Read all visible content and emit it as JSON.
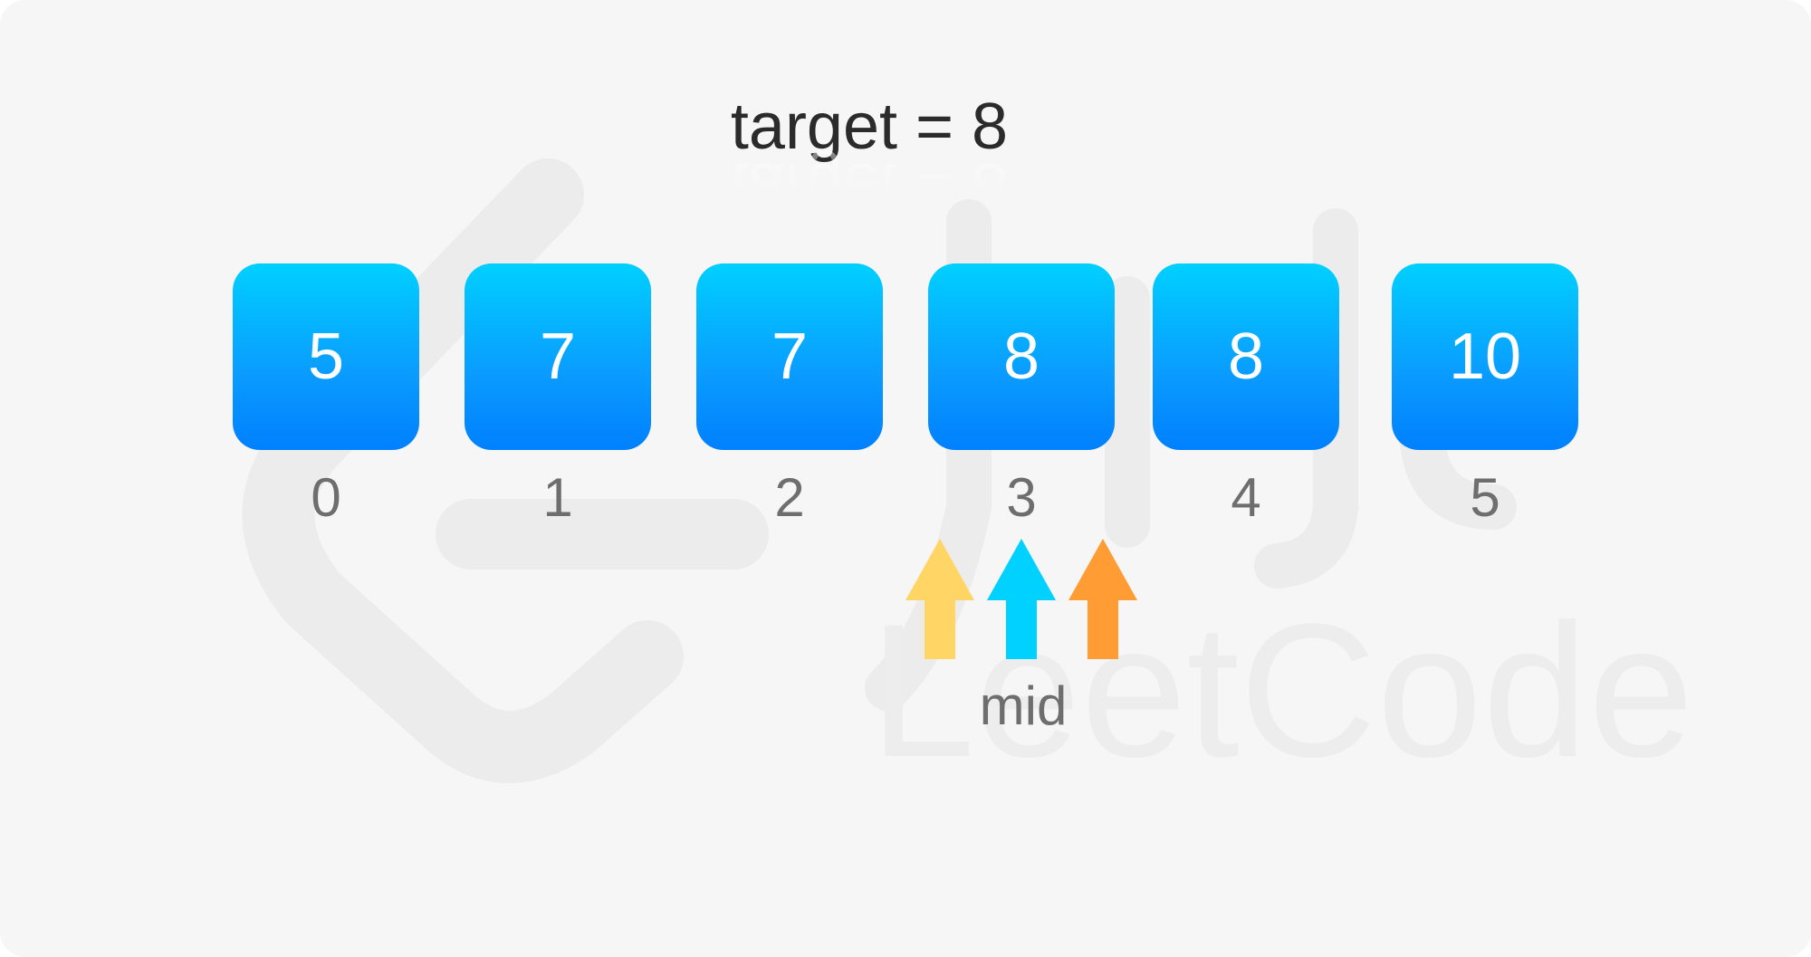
{
  "title": "target = 8",
  "array": {
    "values": [
      "5",
      "7",
      "7",
      "8",
      "8",
      "10"
    ],
    "indices": [
      "0",
      "1",
      "2",
      "3",
      "4",
      "5"
    ]
  },
  "pointers": {
    "label": "mid",
    "arrows": [
      {
        "color": "#ffd666"
      },
      {
        "color": "#00d1ff"
      },
      {
        "color": "#ff9c33"
      }
    ]
  },
  "colors": {
    "cell_top": "#00d0ff",
    "cell_bottom": "#0080ff",
    "background": "#f6f6f6"
  }
}
